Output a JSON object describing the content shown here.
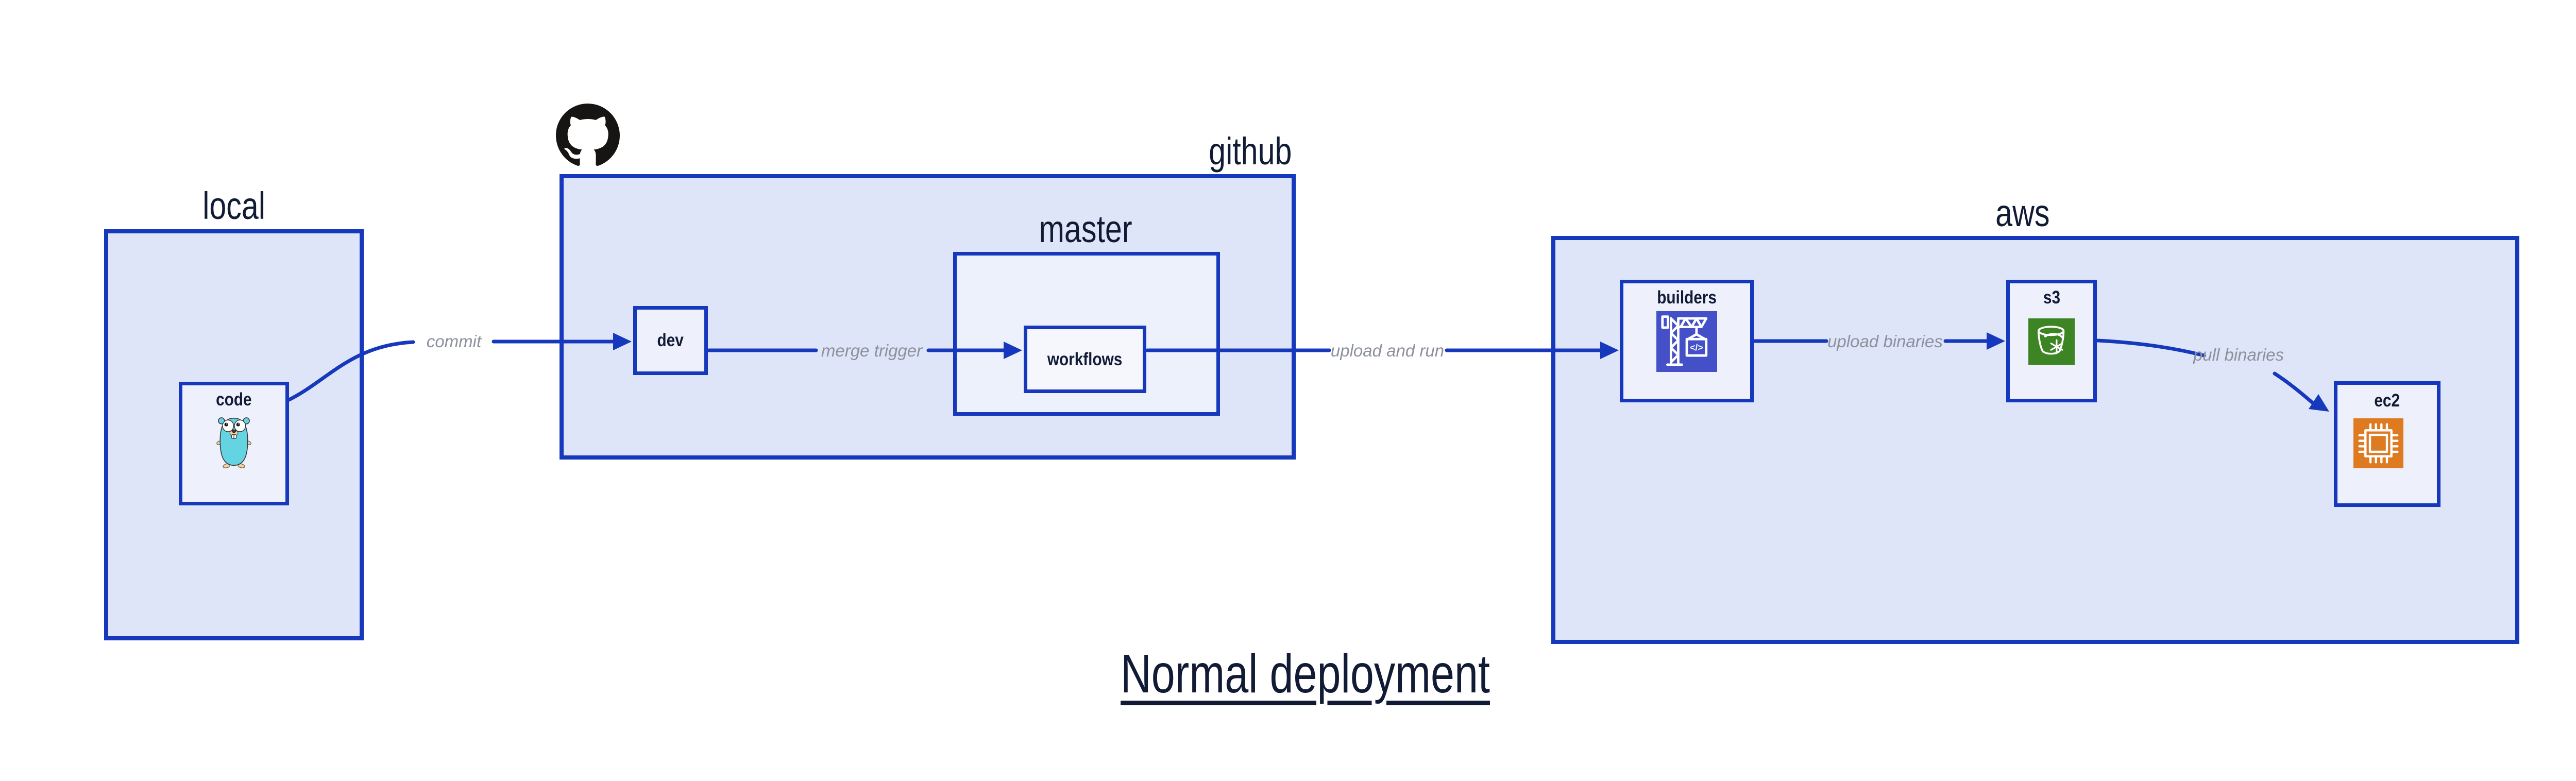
{
  "page": {
    "title": "Normal deployment"
  },
  "colors": {
    "line": "#1538bc",
    "containerFill": "#dfe5f8",
    "masterFill": "#edf1fb",
    "nodeFill": "#eef1fc",
    "workflowsFill": "#f5f7fd",
    "ink": "#121b36",
    "edgeLabel": "#8c919d",
    "codebuild": "#4450c8",
    "s3green": "#3d8524",
    "ec2orange": "#de7a20",
    "octocat": "#171513",
    "gopherBody": "#65d4e2",
    "gopherTan": "#f2d3a7"
  },
  "containers": {
    "local": {
      "label": "local"
    },
    "github": {
      "label": "github"
    },
    "master": {
      "label": "master"
    },
    "aws": {
      "label": "aws"
    }
  },
  "nodes": {
    "code": {
      "label": "code",
      "icon": "go-gopher-icon"
    },
    "dev": {
      "label": "dev"
    },
    "workflows": {
      "label": "workflows"
    },
    "builders": {
      "label": "builders",
      "icon": "aws-codebuild-icon",
      "icon_glyph": "</>"
    },
    "s3": {
      "label": "s3",
      "icon": "aws-s3-glacier-icon"
    },
    "ec2": {
      "label": "ec2",
      "icon": "aws-ec2-icon"
    }
  },
  "edges": [
    {
      "id": "commit",
      "label": "commit",
      "from": "code",
      "to": "dev"
    },
    {
      "id": "merge-trigger",
      "label": "merge trigger",
      "from": "dev",
      "to": "workflows"
    },
    {
      "id": "upload-and-run",
      "label": "upload and run",
      "from": "workflows",
      "to": "builders"
    },
    {
      "id": "upload-binaries",
      "label": "upload binaries",
      "from": "builders",
      "to": "s3"
    },
    {
      "id": "pull-binaries",
      "label": "pull binaries",
      "from": "s3",
      "to": "ec2"
    }
  ]
}
